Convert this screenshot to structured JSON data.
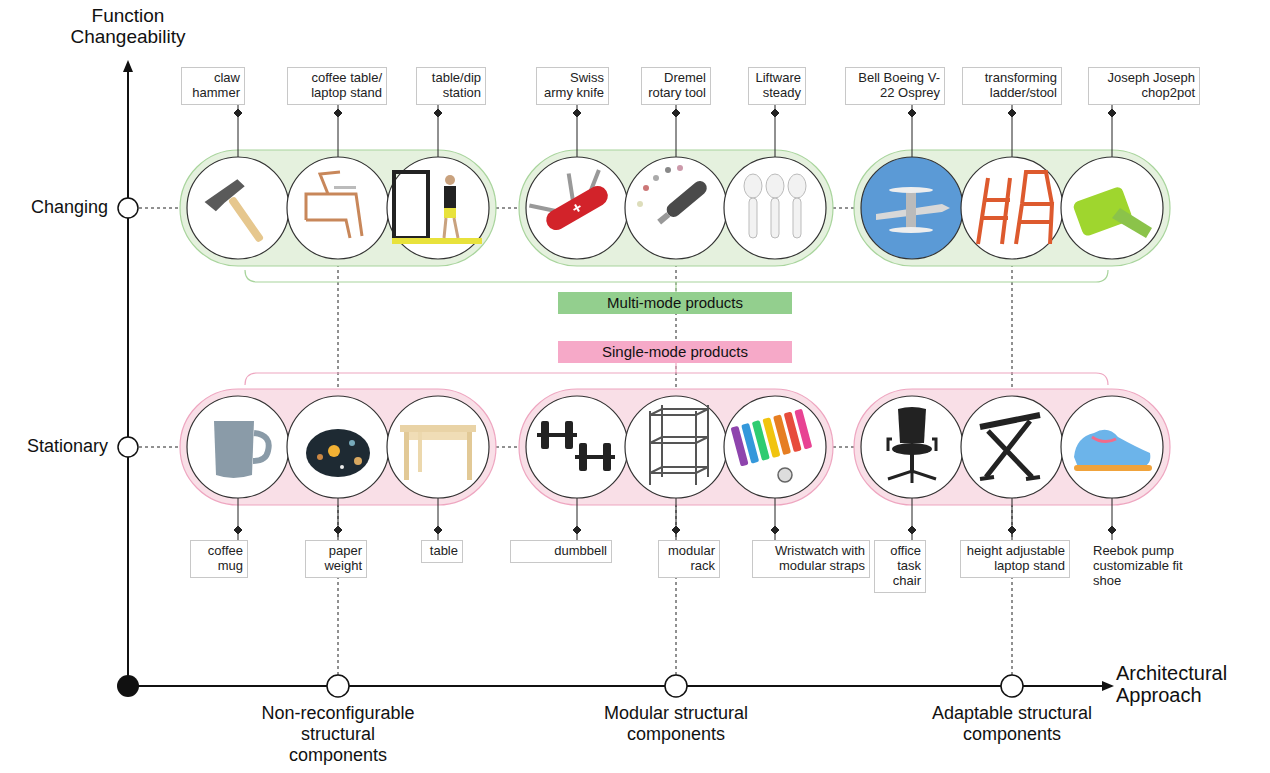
{
  "diagram": {
    "nodes": [
      {
        "text": [
          "claw hammer"
        ]
      },
      {
        "text": [
          "coffee table/ laptop stand"
        ]
      },
      {
        "text": [
          "table/dip station"
        ]
      },
      {
        "text": [
          "Swiss army knife"
        ]
      },
      {
        "text": [
          "Dremel rotary tool"
        ]
      },
      {
        "text": [
          "Liftware steady"
        ]
      },
      {
        "text": [
          "Bell Boeing V-22 Osprey"
        ]
      },
      {
        "text": [
          "transforming ladder/stool"
        ]
      },
      {
        "text": [
          "Joseph Joseph chop2pot"
        ]
      },
      {
        "text": [
          "Multi-mode products"
        ]
      },
      {
        "text": [
          "Single-mode products"
        ]
      },
      {
        "text": [
          "coffee mug"
        ]
      },
      {
        "text": [
          "paper weight"
        ]
      },
      {
        "text": [
          "table"
        ]
      },
      {
        "text": [
          "dumbbell"
        ]
      },
      {
        "text": [
          "modular rack"
        ]
      },
      {
        "text": [
          "Wristwatch with modular straps"
        ]
      },
      {
        "text": [
          "office task chair"
        ]
      },
      {
        "text": [
          "height adjustable laptop stand"
        ]
      },
      {
        "text": [
          "Reebok pump customizable fit shoe"
        ]
      }
    ],
    "labels": [
      "Function Changeability",
      "Changing",
      "Stationary",
      "Non-reconfigurable structural components",
      "Modular structural components",
      "Adaptable structural components",
      "Architectural Approach"
    ]
  }
}
